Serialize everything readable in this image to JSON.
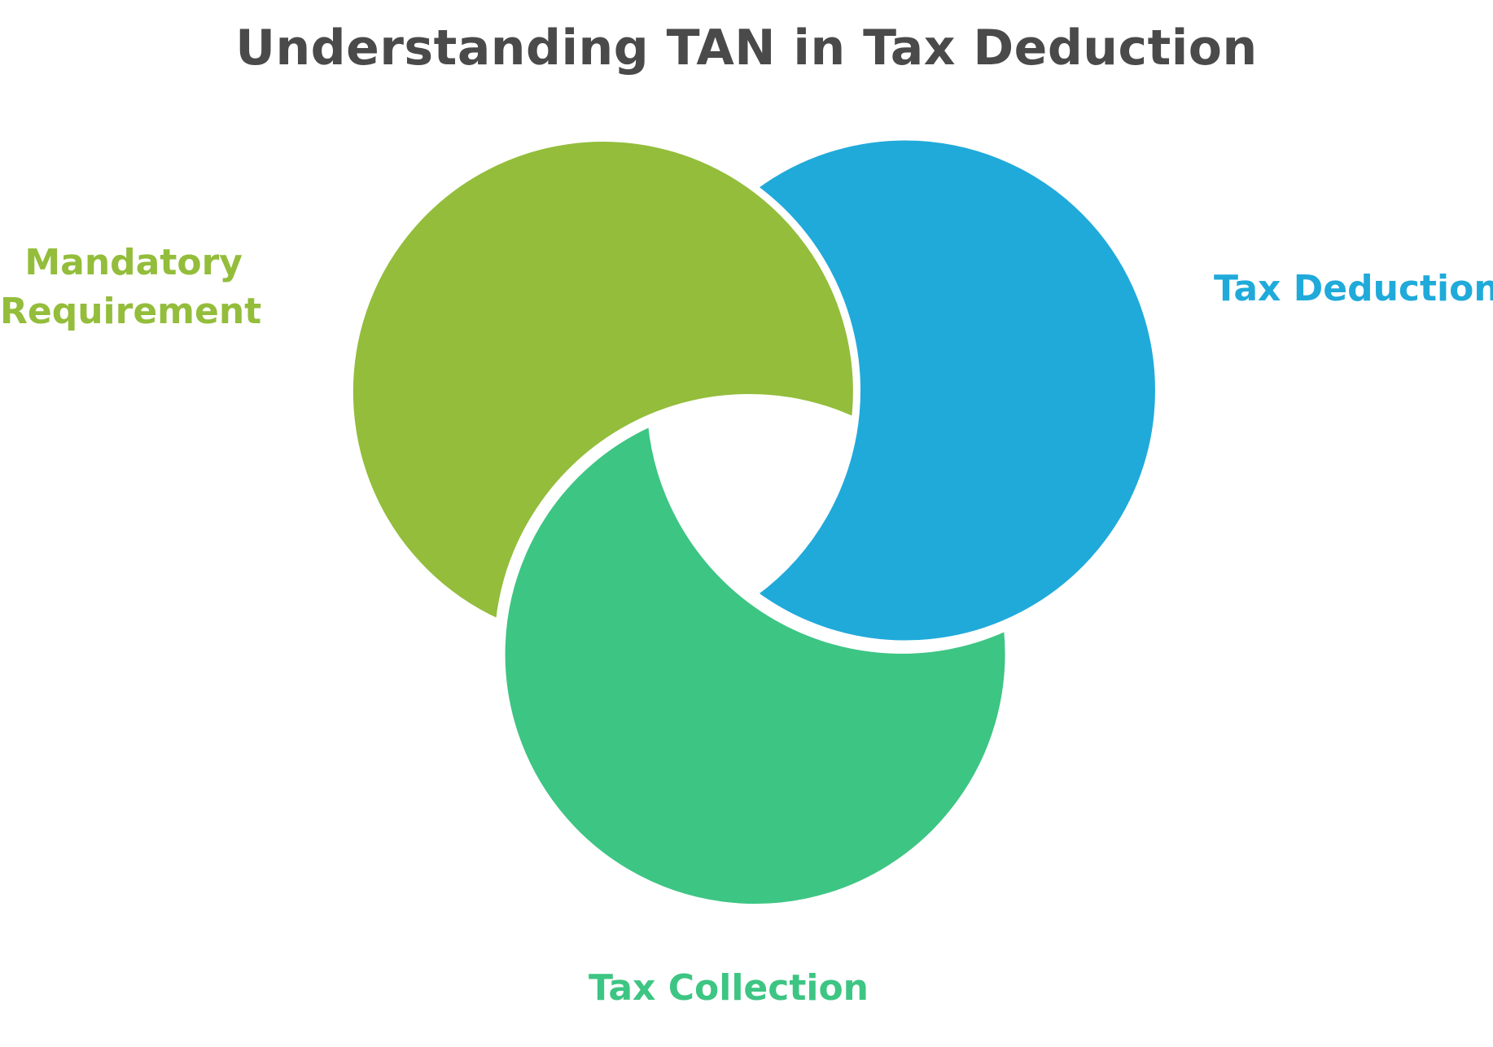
{
  "title": "Understanding TAN in Tax Deduction",
  "sets": [
    {
      "key": "green",
      "label_lines": [
        "Mandatory",
        "Requirement"
      ],
      "color": "#93BD3B"
    },
    {
      "key": "blue",
      "label_lines": [
        "Tax Deduction"
      ],
      "color": "#20AADA"
    },
    {
      "key": "teal",
      "label_lines": [
        "Tax Collection"
      ],
      "color": "#3DC583"
    }
  ],
  "colors": {
    "title": "#4A4A4A",
    "background": "#FFFFFF",
    "separator": "#FFFFFF"
  }
}
